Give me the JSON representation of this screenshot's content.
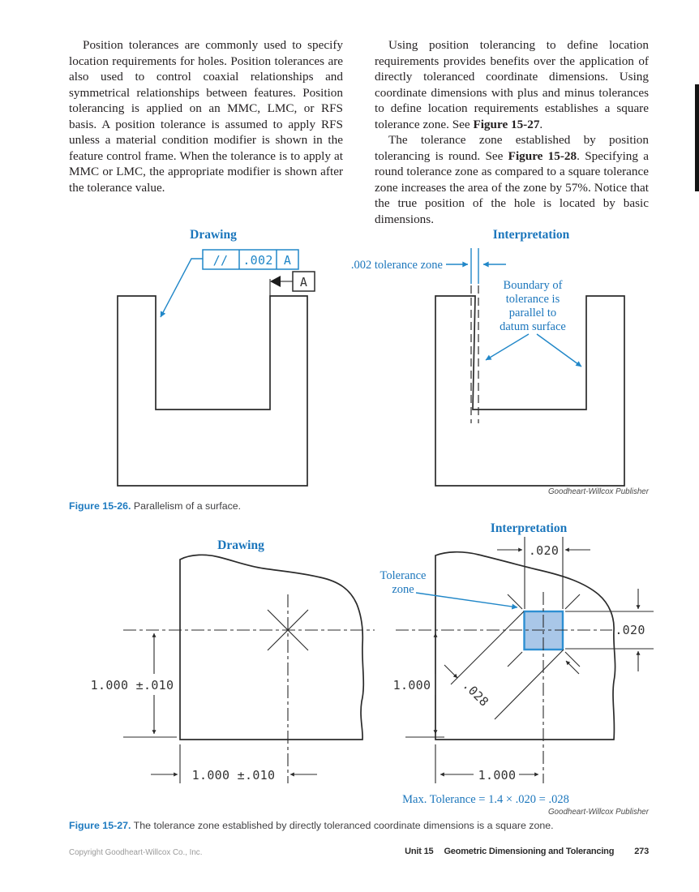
{
  "text_columns": {
    "left_p1": "Position tolerances are commonly used to specify location requirements for holes. Position tolerances are also used to control coaxial relationships and symmetrical relationships between features. Position tolerancing is applied on an MMC, LMC, or RFS basis. A position tolerance is assumed to apply RFS unless a material condition modifier is shown in the feature control frame. When the tolerance is to apply at MMC or LMC, the appropriate modifier is shown after the tolerance value.",
    "right_p1_a": "Using position tolerancing to define location requirements provides benefits over the application of directly toleranced coordinate dimensions. Using coordinate dimensions with plus and minus tolerances to define location requirements establishes a square tolerance zone. See ",
    "right_p1_ref": "Figure 15-27",
    "right_p1_b": ".",
    "right_p2_a": "The tolerance zone established by position tolerancing is round. See ",
    "right_p2_ref": "Figure 15-28",
    "right_p2_b": ". Specifying a round tolerance zone as compared to a square tolerance zone increases the area of the zone by 57%. Notice that the true position of the hole is located by basic dimensions."
  },
  "fig26": {
    "drawing_label": "Drawing",
    "interpretation_label": "Interpretation",
    "fcf": {
      "symbol": "//",
      "tolerance": ".002",
      "datum": "A"
    },
    "datum_label": "A",
    "zone_label": ".002 tolerance zone",
    "boundary_note": [
      "Boundary of",
      "tolerance is",
      "parallel to",
      "datum surface"
    ],
    "credit": "Goodheart-Willcox Publisher",
    "caption_ref": "Figure 15-26.",
    "caption": "Parallelism of a surface."
  },
  "fig27": {
    "drawing_label": "Drawing",
    "interpretation_label": "Interpretation",
    "dim_vertical": "1.000 ±.010",
    "dim_horizontal": "1.000 ±.010",
    "int_dim_vertical": "1.000",
    "int_dim_horizontal": "1.000",
    "dim_top": ".020",
    "dim_right": ".020",
    "dim_diagonal": ".028",
    "zone_label_line1": "Tolerance",
    "zone_label_line2": "zone",
    "max_tolerance": "Max. Tolerance = 1.4 × .020 = .028",
    "credit": "Goodheart-Willcox Publisher",
    "caption_ref": "Figure 15-27.",
    "caption": "The tolerance zone established by directly toleranced coordinate dimensions is a square zone."
  },
  "footer": {
    "copyright": "Copyright Goodheart-Willcox Co., Inc.",
    "unit_label": "Unit 15",
    "unit_title": "Geometric Dimensioning and Tolerancing",
    "page_number": "273"
  },
  "colors": {
    "annotation_blue": "#1b76bc",
    "line_blue": "#2187c8",
    "zone_fill": "#a9c7e8",
    "zone_stroke": "#2e8fd2",
    "caption_blue": "#1f7bc0"
  }
}
